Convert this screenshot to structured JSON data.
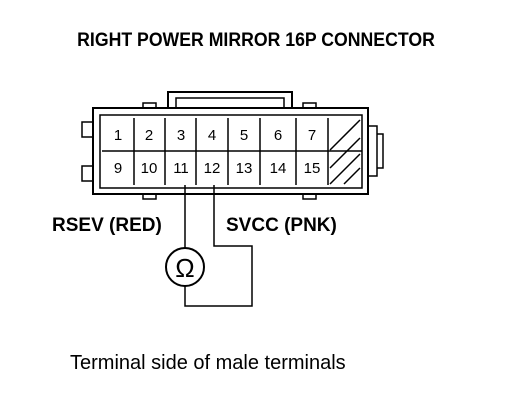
{
  "title": "RIGHT POWER MIRROR 16P CONNECTOR",
  "caption": "Terminal side of male terminals",
  "terminals": {
    "row1": [
      "1",
      "2",
      "3",
      "4",
      "5",
      "6",
      "7"
    ],
    "row2": [
      "9",
      "10",
      "11",
      "12",
      "13",
      "14",
      "15"
    ]
  },
  "wires": {
    "left": {
      "label": "RSEV (RED)",
      "terminal": "11"
    },
    "right": {
      "label": "SVCC (PNK)",
      "terminal": "12"
    }
  },
  "meter": {
    "symbol": "Ω"
  }
}
